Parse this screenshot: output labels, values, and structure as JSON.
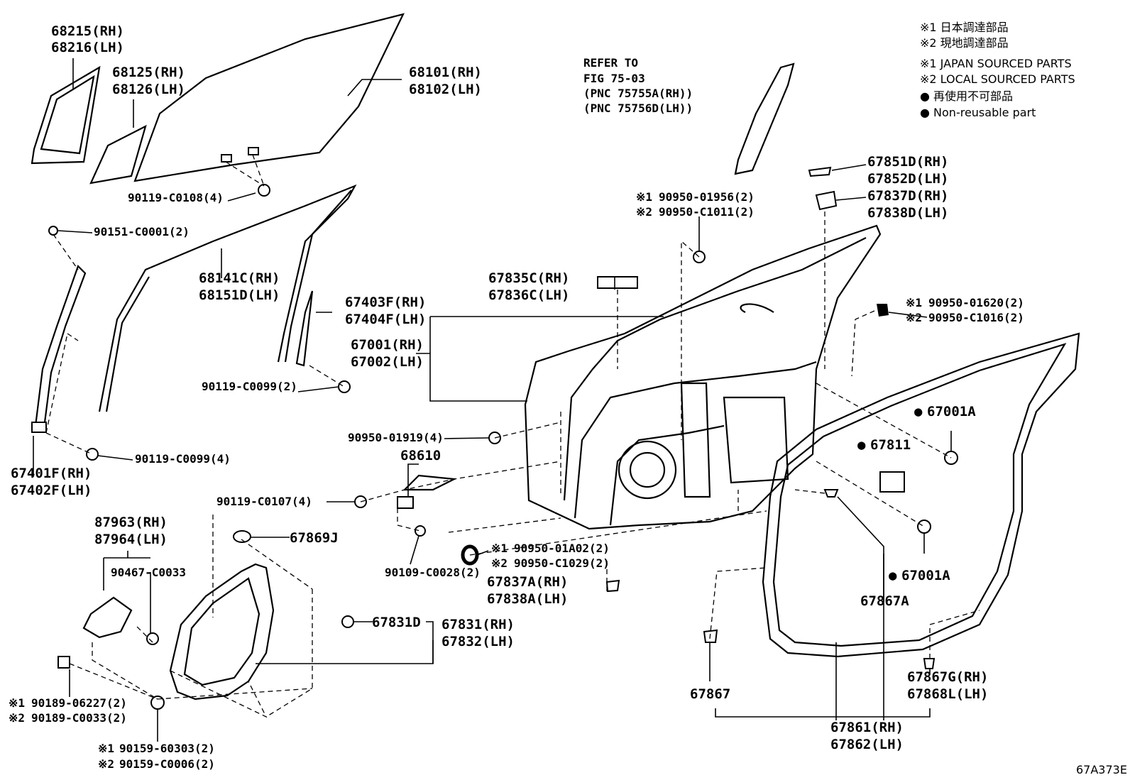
{
  "legend": {
    "jp1": "※1  日本調達部品",
    "jp2": "※2  現地調達部品",
    "en1": "※1  JAPAN SOURCED PARTS",
    "en2": "※2  LOCAL SOURCED PARTS",
    "jp_nr": "● 再使用不可部品",
    "en_nr": "● Non-reusable part"
  },
  "refer": {
    "l1": "REFER TO",
    "l2": "FIG 75-03",
    "l3": "(PNC 75755A(RH))",
    "l4": "(PNC 75756D(LH))"
  },
  "parts": {
    "p68215": "68215(RH)",
    "p68216": "68216(LH)",
    "p68125": "68125(RH)",
    "p68126": "68126(LH)",
    "p68101": "68101(RH)",
    "p68102": "68102(LH)",
    "p90119_c0108": "90119-C0108(4)",
    "p90151_c0001": "90151-C0001(2)",
    "p68141c": "68141C(RH)",
    "p68151d": "68151D(LH)",
    "p67403f": "67403F(RH)",
    "p67404f": "67404F(LH)",
    "p67001": "67001(RH)",
    "p67002": "67002(LH)",
    "p90119_c0099_2": "90119-C0099(2)",
    "p90119_c0099_4": "90119-C0099(4)",
    "p67401f": "67401F(RH)",
    "p67402f": "67402F(LH)",
    "p67835c": "67835C(RH)",
    "p67836c": "67836C(LH)",
    "p90950_01956": "90950-01956(2)",
    "p90950_c1011": "90950-C1011(2)",
    "p67851d": "67851D(RH)",
    "p67852d": "67852D(LH)",
    "p67837d": "67837D(RH)",
    "p67838d": "67838D(LH)",
    "p90950_01620": "90950-01620(2)",
    "p90950_c1016": "90950-C1016(2)",
    "p67001a_1": "67001A",
    "p67811": "67811",
    "p90950_01919": "90950-01919(4)",
    "p68610": "68610",
    "p90119_c0107": "90119-C0107(4)",
    "p90950_01a02": "90950-01A02(2)",
    "p90950_c1029": "90950-C1029(2)",
    "p90109_c0028": "90109-C0028(2)",
    "p67837a": "67837A(RH)",
    "p67838a": "67838A(LH)",
    "p67001a_2": "67001A",
    "p67867a": "67867A",
    "p87963": "87963(RH)",
    "p87964": "87964(LH)",
    "p67869j": "67869J",
    "p90467_c0033": "90467-C0033",
    "p67831d": "67831D",
    "p67831": "67831(RH)",
    "p67832": "67832(LH)",
    "p90189_06227": "90189-06227(2)",
    "p90189_c0033": "90189-C0033(2)",
    "p90159_60303": "90159-60303(2)",
    "p90159_c0006": "90159-C0006(2)",
    "p67867": "67867",
    "p67867g": "67867G(RH)",
    "p67868l": "67868L(LH)",
    "p67861": "67861(RH)",
    "p67862": "67862(LH)"
  },
  "marks": {
    "m1": "※1",
    "m2": "※2",
    "dot": "●"
  },
  "figure_code": "67A373E"
}
